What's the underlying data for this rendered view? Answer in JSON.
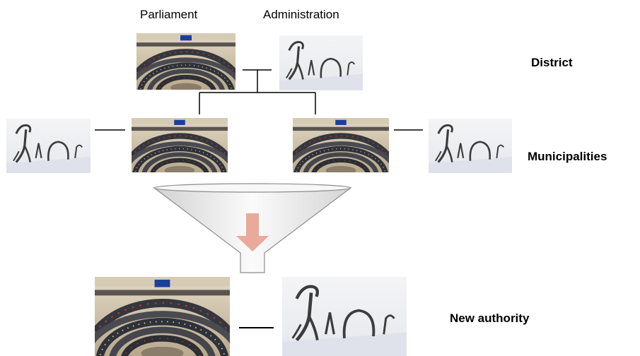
{
  "header": {
    "parliament_label": "Parliament",
    "administration_label": "Administration"
  },
  "levels": {
    "district": "District",
    "municipalities": "Municipalities",
    "new_authority": "New authority"
  },
  "icons": {
    "parliament": "parliament-chamber-icon",
    "administration": "administration-sculpture-icon",
    "funnel": "funnel-icon",
    "merge_arrow": "down-arrow-icon"
  },
  "colors": {
    "chamber_wall": "#c9b89a",
    "chamber_seats": "#3a3d44",
    "chamber_floor": "#8a7d6a",
    "flag_blue": "#1b3f9a",
    "sculpture_bg": "#eceef2",
    "sculpture_metal": "#3c3c3c",
    "funnel_fill": "#eeeeee",
    "arrow": "#e9a99b"
  }
}
